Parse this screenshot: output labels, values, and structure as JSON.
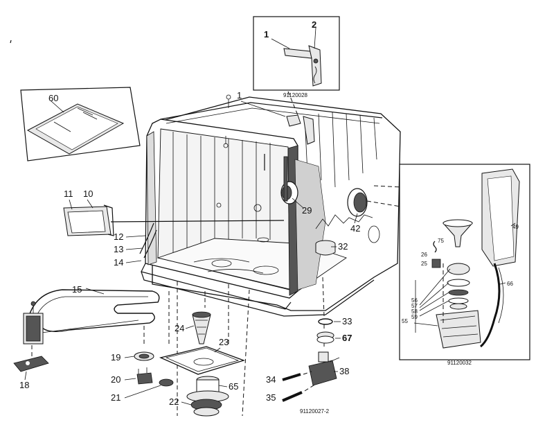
{
  "diagram": {
    "codes": {
      "main": "91120027-2",
      "inset_top": "91120028",
      "inset_right": "91120032"
    },
    "labels": {
      "p1_inset": "1",
      "p2_inset": "2",
      "p1": "1",
      "p60": "60",
      "p11": "11",
      "p10": "10",
      "p12": "12",
      "p13": "13",
      "p14": "14",
      "p15": "15",
      "p18": "18",
      "p19": "19",
      "p20": "20",
      "p21": "21",
      "p22": "22",
      "p23": "23",
      "p24": "24",
      "p65": "65",
      "p29": "29",
      "p42": "42",
      "p32": "32",
      "p33": "33",
      "p67": "67",
      "p38": "38",
      "p34": "34",
      "p35": "35",
      "p49": "49",
      "p75": "75",
      "p26": "26",
      "p25": "25",
      "p66": "66",
      "p56": "56",
      "p57": "57",
      "p58": "58",
      "p59": "59",
      "p55": "55"
    }
  }
}
